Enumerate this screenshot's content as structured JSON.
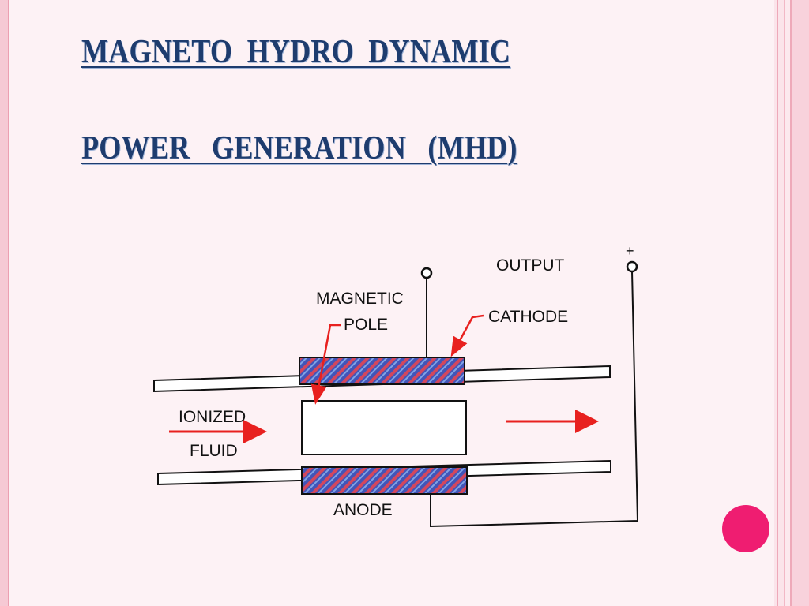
{
  "title": {
    "line1": "MAGNETO  HYDRO  DYNAMIC",
    "line2": "POWER   GENERATION   (MHD)"
  },
  "diagram": {
    "labels": {
      "output": "OUTPUT",
      "plus": "+",
      "magnetic": "MAGNETIC",
      "pole": "POLE",
      "cathode": "CATHODE",
      "ionized": "IONIZED",
      "fluid": "FLUID",
      "anode": "ANODE"
    }
  },
  "colors": {
    "title": "#1e3c6e",
    "arrow": "#e8211f",
    "accent_dot": "#ef1d71",
    "electrode_blue": "#3d4fb0",
    "electrode_red": "#c43c5a"
  }
}
